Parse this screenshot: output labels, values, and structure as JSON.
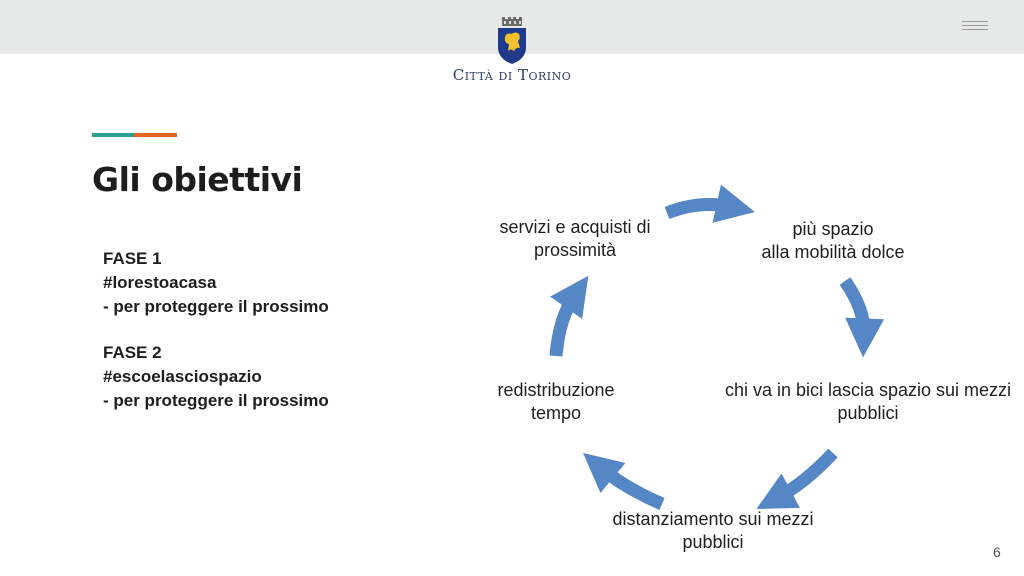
{
  "colors": {
    "header_bg": "#e7e8e8",
    "accent_teal": "#2aa191",
    "accent_orange": "#e6641f",
    "arrow_blue": "#5586c6",
    "crest_blue": "#1f3a8a",
    "crest_gold": "#f2c12e"
  },
  "header": {
    "logo_text": "Città di Torino",
    "menu_icon": "hamburger-icon",
    "crest_icon": "city-crest-icon"
  },
  "slide": {
    "title": "Gli obiettivi",
    "phases": [
      {
        "label": "FASE 1",
        "hashtag": "#lorestoacasa",
        "detail": "-  per proteggere il prossimo"
      },
      {
        "label": "FASE 2",
        "hashtag": "#escoelasciospazio",
        "detail": "- per proteggere il prossimo"
      }
    ],
    "cycle": {
      "arrow_icon": "curved-arrow-icon",
      "nodes": [
        {
          "lines": [
            "più spazio",
            "alla mobilità dolce"
          ]
        },
        {
          "lines": [
            "chi va in bici lascia spazio sui mezzi",
            "pubblici"
          ]
        },
        {
          "lines": [
            "distanziamento sui mezzi",
            "pubblici"
          ]
        },
        {
          "lines": [
            "redistribuzione",
            "tempo"
          ]
        },
        {
          "lines": [
            "servizi e acquisti di",
            "prossimità"
          ]
        }
      ]
    },
    "page_number": "6"
  }
}
